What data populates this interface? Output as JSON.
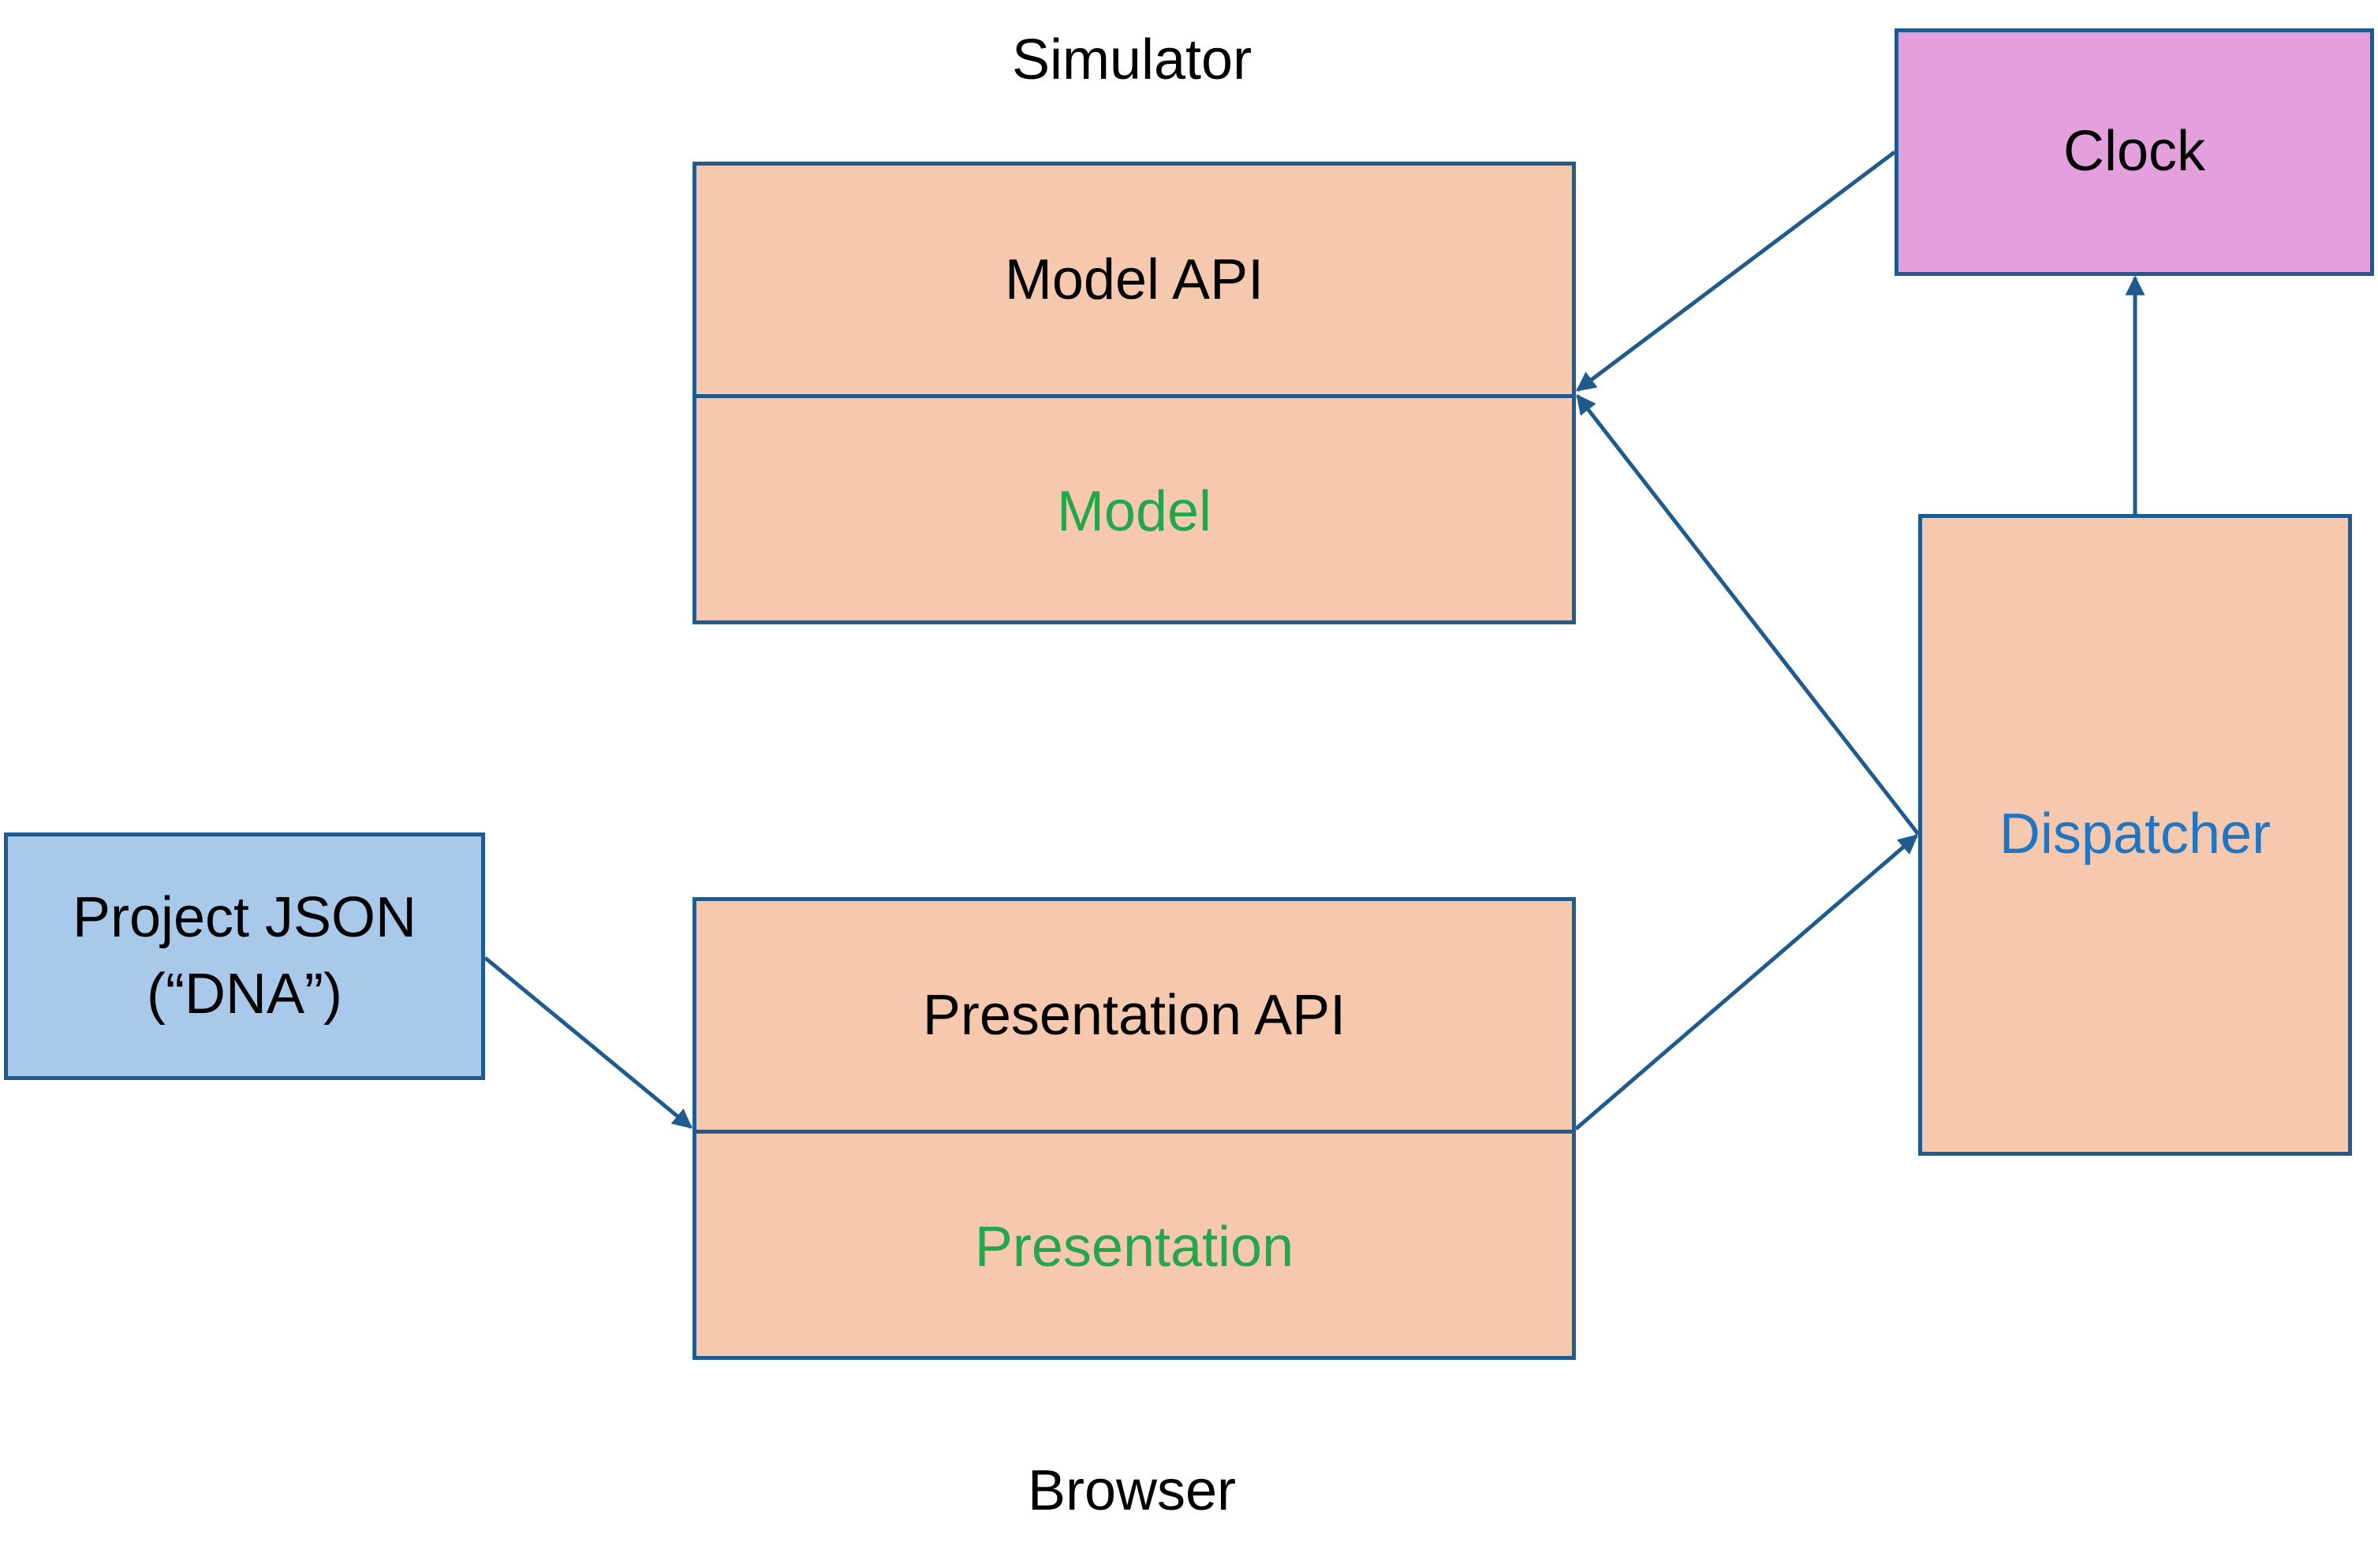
{
  "labels": {
    "simulator": "Simulator",
    "browser": "Browser"
  },
  "nodes": {
    "model_api": "Model API",
    "model": "Model",
    "presentation_api": "Presentation API",
    "presentation": "Presentation",
    "project_json_line1": "Project JSON",
    "project_json_line2": "(“DNA”)",
    "dispatcher": "Dispatcher",
    "clock": "Clock"
  },
  "colors": {
    "border": "#1f5b8f",
    "arrow": "#1f5b8f",
    "peach_fill": "#f6c8ae",
    "blue_fill": "#a8c9ea",
    "pink_fill": "#e4a0dd",
    "green_text": "#22a84a",
    "blue_text": "#1f77c4"
  },
  "edges": [
    {
      "from": "clock",
      "to": "model_api"
    },
    {
      "from": "dispatcher",
      "to": "model_api"
    },
    {
      "from": "dispatcher",
      "to": "clock"
    },
    {
      "from": "presentation_api",
      "to": "dispatcher"
    },
    {
      "from": "project_json",
      "to": "presentation_api"
    }
  ]
}
